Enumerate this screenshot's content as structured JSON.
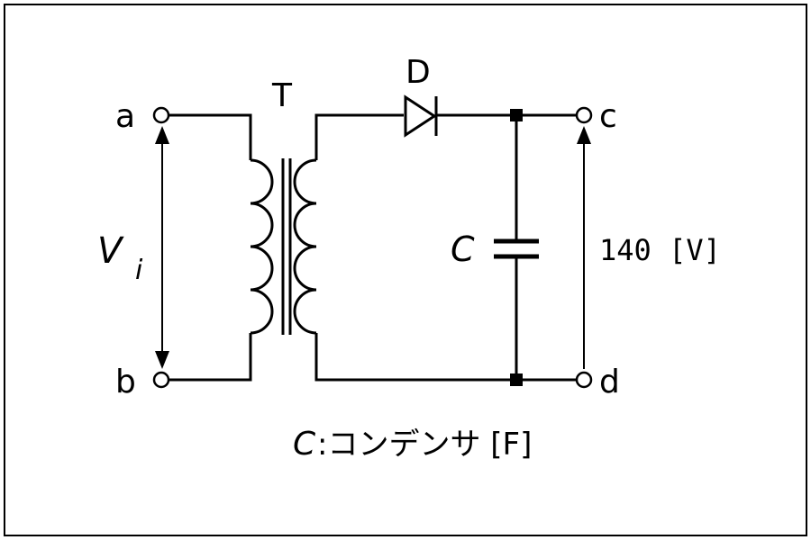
{
  "terminals": {
    "a": "a",
    "b": "b",
    "c": "c",
    "d": "d"
  },
  "components": {
    "transformer_label": "T",
    "diode_label": "D",
    "capacitor_label": "C"
  },
  "input_voltage": {
    "symbol": "V",
    "subscript": "i"
  },
  "output_voltage": {
    "label": "140 [V]"
  },
  "legend": {
    "symbol": "C",
    "text": ":コンデンサ [F]"
  },
  "colors": {
    "line": "#000000",
    "background": "#ffffff",
    "border": "#000000"
  }
}
